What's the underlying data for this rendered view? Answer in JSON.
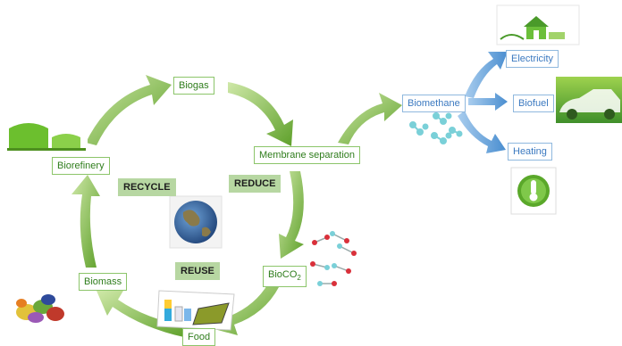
{
  "nodes": {
    "biogas": "Biogas",
    "membrane_separation": "Membrane separation",
    "biomethane": "Biomethane",
    "electricity": "Electricity",
    "biofuel": "Biofuel",
    "heating": "Heating",
    "bioco2": "BioCO",
    "bioco2_sub": "2",
    "food": "Food",
    "biomass": "Biomass",
    "biorefinery": "Biorefinery"
  },
  "labels": {
    "recycle": "RECYCLE",
    "reduce": "REDUCE",
    "reuse": "REUSE"
  },
  "colors": {
    "cycle_arrow": "#7dbb3f",
    "output_arrow": "#5b9bd5",
    "tag_bg": "#b7d7a2"
  },
  "icons": [
    "biogas-plant-icon",
    "earth-globe-icon",
    "molecule-icon",
    "food-waste-icon",
    "food-lab-icon",
    "green-house-icon",
    "electric-car-icon",
    "thermometer-icon"
  ]
}
